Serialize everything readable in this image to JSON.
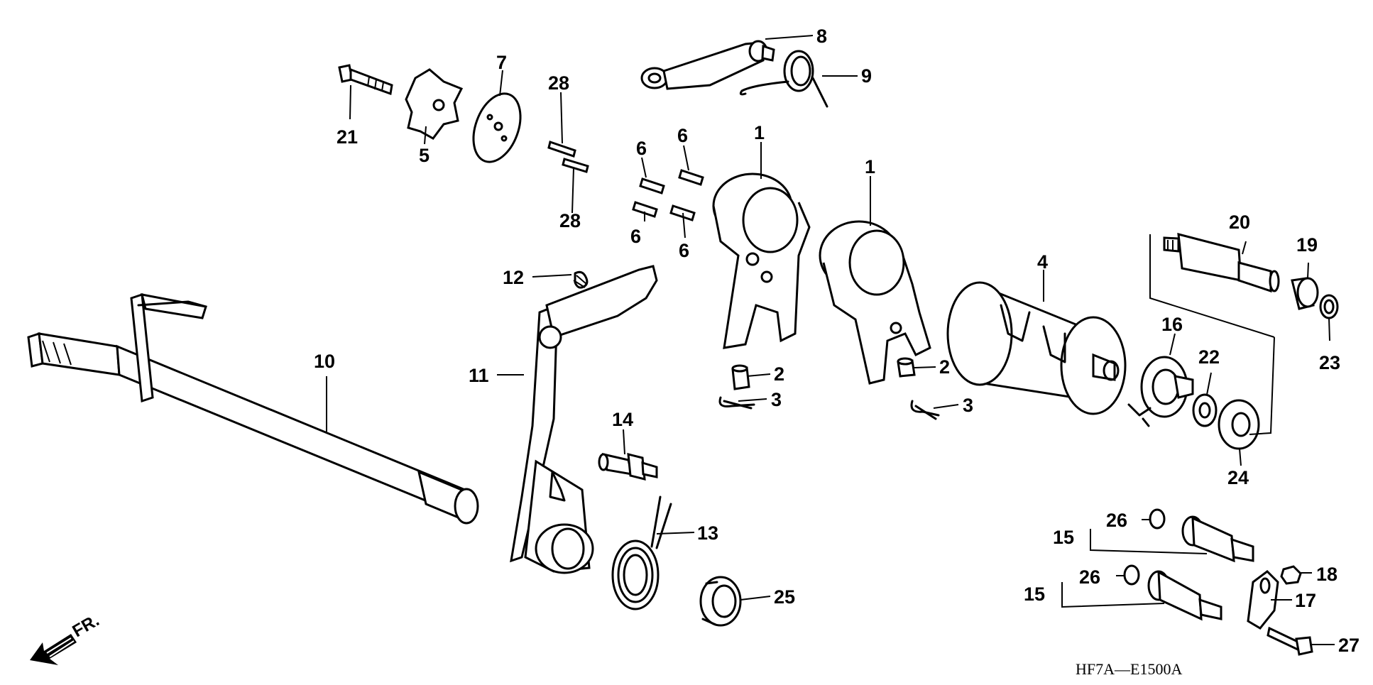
{
  "callouts": {
    "c1a": "1",
    "c1b": "1",
    "c2a": "2",
    "c2b": "2",
    "c3a": "3",
    "c3b": "3",
    "c4": "4",
    "c5": "5",
    "c6a": "6",
    "c6b": "6",
    "c6c": "6",
    "c6d": "6",
    "c7": "7",
    "c8": "8",
    "c9": "9",
    "c10": "10",
    "c11": "11",
    "c12": "12",
    "c13": "13",
    "c14": "14",
    "c15a": "15",
    "c15b": "15",
    "c16": "16",
    "c17": "17",
    "c18": "18",
    "c19": "19",
    "c20": "20",
    "c21": "21",
    "c22": "22",
    "c23": "23",
    "c24": "24",
    "c25": "25",
    "c26a": "26",
    "c26b": "26",
    "c27": "27",
    "c28a": "28",
    "c28b": "28"
  },
  "direction_label": "FR.",
  "diagram_code": "HF7A—E1500A",
  "icons": {
    "front_arrow": "front-direction-arrow-icon"
  }
}
